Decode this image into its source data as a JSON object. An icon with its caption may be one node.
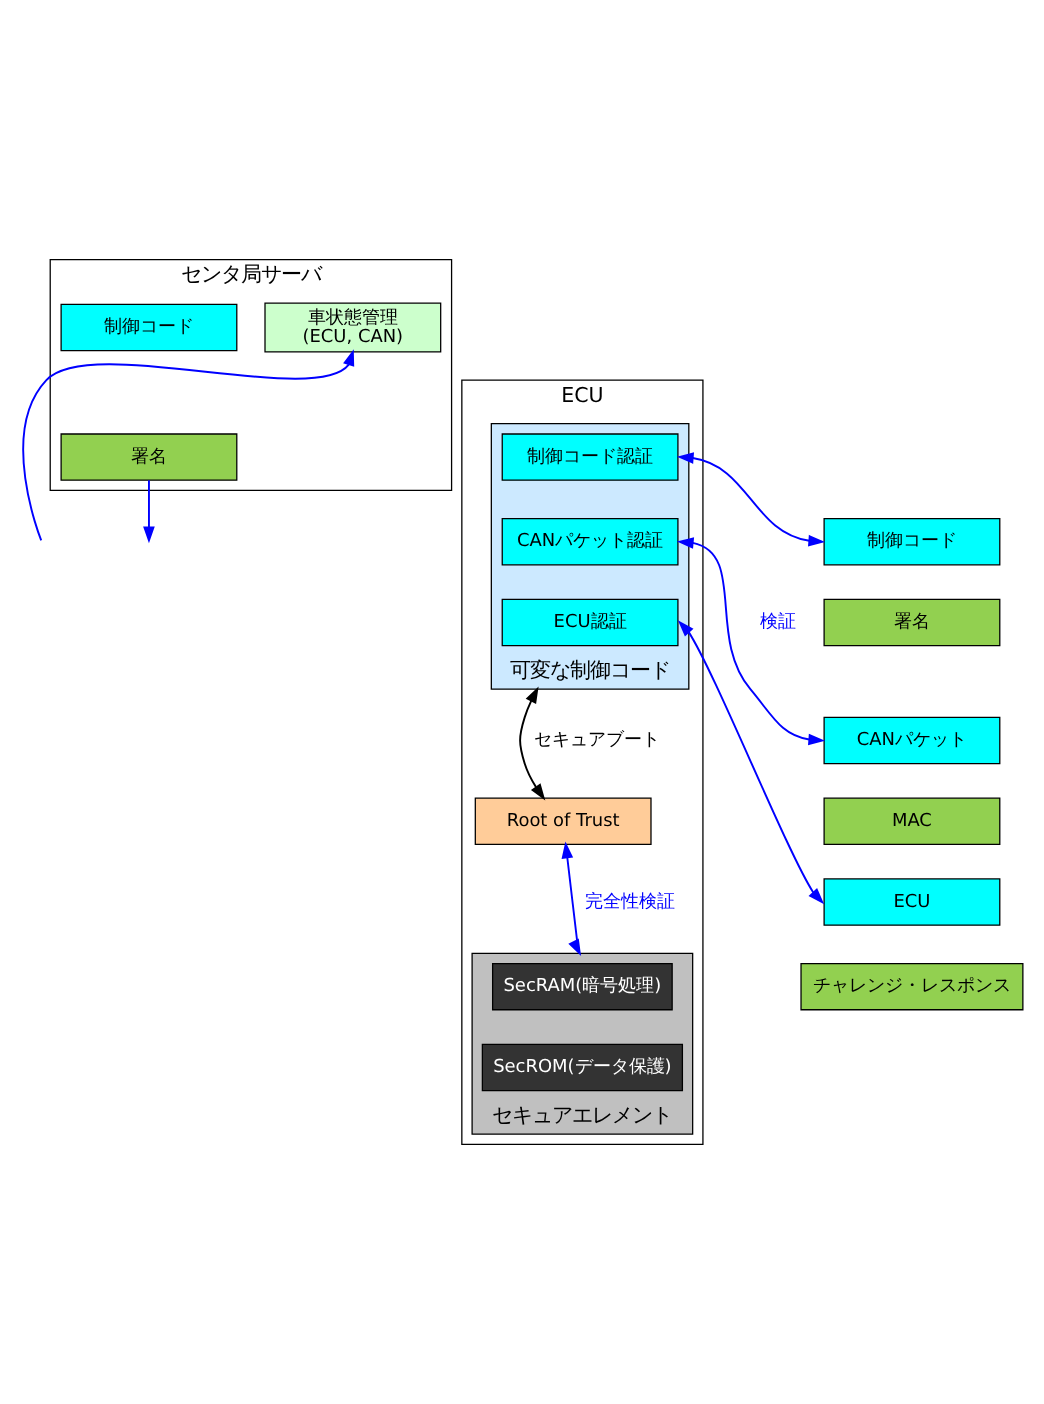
{
  "diagram": {
    "nodes": [
      {
        "text": [
          "センタ局サーバ"
        ]
      },
      {
        "text": [
          "車状態管理",
          "(ECU, CAN)"
        ],
        "in": 0
      },
      {
        "text": [
          "制御コード"
        ],
        "in": 0
      },
      {
        "text": [
          "署名"
        ],
        "in": 0
      },
      {
        "text": [
          "ECU"
        ]
      },
      {
        "text": [
          "可変な制御コード"
        ],
        "in": 4
      },
      {
        "text": [
          "制御コード認証"
        ],
        "in": 5
      },
      {
        "text": [
          "CANパケット認証"
        ],
        "in": 5
      },
      {
        "text": [
          "ECU認証"
        ],
        "in": 5
      },
      {
        "text": [
          "Root of Trust"
        ],
        "in": 4
      },
      {
        "text": [
          "セキュアエレメント"
        ],
        "in": 4
      },
      {
        "text": [
          "SecRAM(暗号処理)"
        ],
        "in": 10
      },
      {
        "text": [
          "SecROM(データ保護)"
        ],
        "in": 10
      },
      {
        "text": [
          "制御コード"
        ]
      },
      {
        "text": [
          "署名"
        ]
      },
      {
        "text": [
          "CANパケット"
        ]
      },
      {
        "text": [
          "MAC"
        ]
      },
      {
        "text": [
          "ECU"
        ]
      },
      {
        "text": [
          "チャレンジ・レスポンス"
        ]
      }
    ],
    "edges": [
      {
        "from": null,
        "to": 1,
        "arrow": "to"
      },
      {
        "from": 3,
        "to": null,
        "arrow": "to"
      },
      {
        "from": 6,
        "to": 13,
        "arrow": "both"
      },
      {
        "from": 7,
        "to": 15,
        "arrow": "both",
        "label": "検証"
      },
      {
        "from": 8,
        "to": 17,
        "arrow": "both"
      },
      {
        "from": 5,
        "to": 9,
        "arrow": "both",
        "label": "セキュアブート",
        "color": "#000000"
      },
      {
        "from": 9,
        "to": 10,
        "arrow": "both",
        "label": "完全性検証"
      }
    ]
  }
}
